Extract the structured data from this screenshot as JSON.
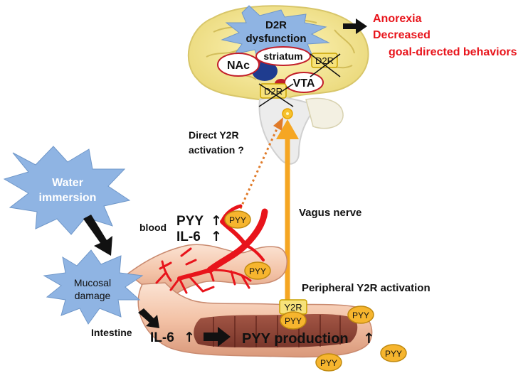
{
  "brain": {
    "burst_label": [
      "D2R",
      "dysfunction"
    ],
    "nac": "NAc",
    "striatum": "striatum",
    "vta": "VTA",
    "d2r_badge": "D2R"
  },
  "outcomes": [
    "Anorexia",
    "Decreased",
    "goal-directed behaviors"
  ],
  "direct_activation": [
    "Direct Y2R",
    "activation ?"
  ],
  "stimulus": [
    "Water",
    "immersion"
  ],
  "mucosal": [
    "Mucosal",
    "damage"
  ],
  "intestine_label": "Intestine",
  "blood_label": "blood",
  "blood_markers": [
    "PYY",
    "IL-6"
  ],
  "up_arrow": "↑",
  "vagus_label": "Vagus nerve",
  "peripheral_label": "Peripheral Y2R activation",
  "receptor_label": "Y2R",
  "pyy_label": "PYY",
  "il6_label": "IL-6",
  "production_label": "PYY production",
  "colors": {
    "burst": "#8fb4e3",
    "burst_text": "#ffffff",
    "outcome_text": "#e8141b",
    "orange": "#f5a623",
    "pyy_fill": "#f6b52e",
    "pyy_stroke": "#c08a10",
    "vessel": "#e8141b",
    "intestine": "#f4c9b0",
    "brain": "#f4e79a"
  }
}
